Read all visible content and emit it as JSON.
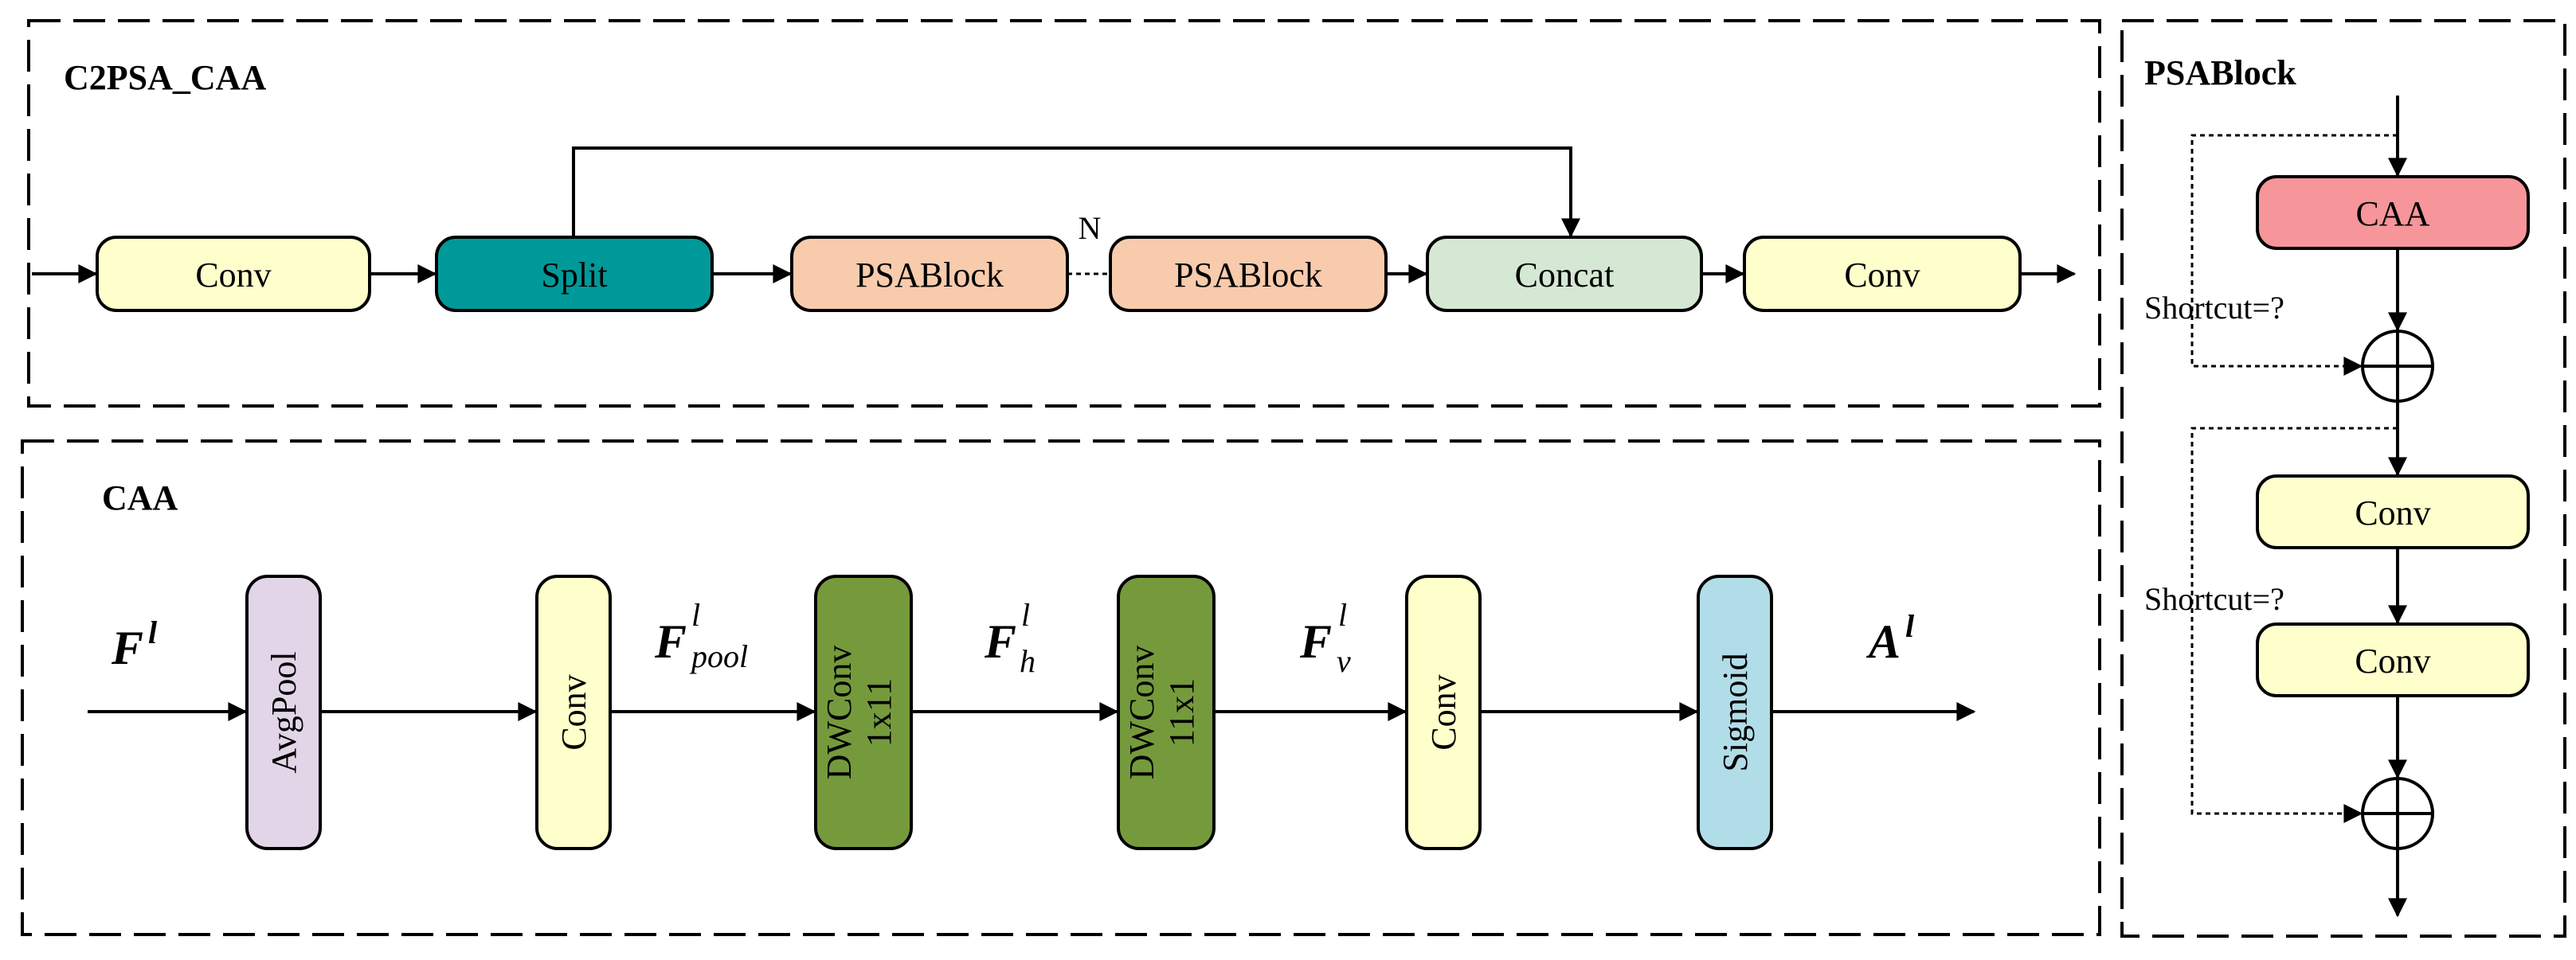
{
  "panels": {
    "c2psa": {
      "title": "C2PSA_CAA"
    },
    "caa": {
      "title": "CAA"
    },
    "psablock": {
      "title": "PSABlock"
    }
  },
  "c2psa_blocks": {
    "conv_in": "Conv",
    "split": "Split",
    "psablock_1": "PSABlock",
    "repeat_label": "N",
    "psablock_2": "PSABlock",
    "concat": "Concat",
    "conv_out": "Conv"
  },
  "caa_blocks": {
    "avgpool": "AvgPool",
    "conv_1": "Conv",
    "dwconv_1x11": [
      "DWConv",
      "1x11"
    ],
    "dwconv_11x1": [
      "DWConv",
      "11x1"
    ],
    "conv_2": "Conv",
    "sigmoid": "Sigmoid"
  },
  "caa_features": {
    "f_in": {
      "base": "F",
      "sup": "l",
      "sub": ""
    },
    "f_pool": {
      "base": "F",
      "sup": "l",
      "sub": "pool"
    },
    "f_h": {
      "base": "F",
      "sup": "l",
      "sub": "h"
    },
    "f_v": {
      "base": "F",
      "sup": "l",
      "sub": "v"
    },
    "a_out": {
      "base": "A",
      "sup": "l",
      "sub": ""
    }
  },
  "psablock_blocks": {
    "caa": "CAA",
    "shortcut_1": "Shortcut=?",
    "conv_1": "Conv",
    "shortcut_2": "Shortcut=?",
    "conv_2": "Conv"
  },
  "colors": {
    "conv": "#ffffcc",
    "split": "#009999",
    "psablock": "#f8cbad",
    "concat": "#d5e8d4",
    "avgpool": "#e1d5e7",
    "dwconv": "#759a3c",
    "sigmoid": "#b1dde8",
    "caa": "#f6959a"
  }
}
